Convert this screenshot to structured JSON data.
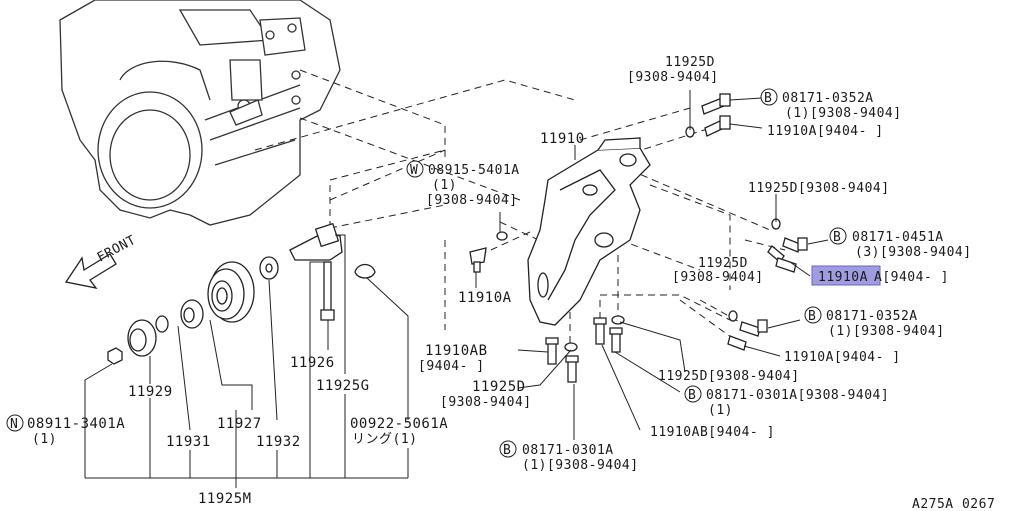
{
  "diagram_code": "A275A 0267",
  "front_label": "FRONT",
  "highlight_color": "#9f9ce0",
  "labels": {
    "p11925D_a": "11925D",
    "p11925D_a_range": "[9308-9404]",
    "b08171_0352A_a": "08171-0352A",
    "b08171_0352A_a_qty": "(1)[9308-9404]",
    "p11910A_a": "11910A[9404-     ]",
    "p11910": "11910",
    "w08915": "08915-5401A",
    "w08915_qty": "(1)",
    "w08915_range": "[9308-9404]",
    "p11925D_b": "11925D[9308-9404]",
    "b08171_0451A": "08171-0451A",
    "b08171_0451A_qty": "(3)[9308-9404]",
    "p11925D_c": "11925D",
    "p11925D_c_range": "[9308-9404]",
    "p11910A_hl": "11910A",
    "p11910A_hl_range": "A[9404-     ]",
    "b08171_0352A_b": "08171-0352A",
    "b08171_0352A_b_qty": "(1)[9308-9404]",
    "p11910A_b": "11910A[9404-     ]",
    "p11910A_c": "11910A",
    "p11910AB_a": "11910AB",
    "p11910AB_a_range": "[9404-     ]",
    "p11925D_d": "11925D",
    "p11925D_d_range": "[9308-9404]",
    "p11925D_e": "11925D[9308-9404]",
    "b08171_0301A_a": "08171-0301A[9308-9404]",
    "b08171_0301A_a_qty": "(1)",
    "p11910AB_b": "11910AB[9404-     ]",
    "b08171_0301A_b": "08171-0301A",
    "b08171_0301A_b_qty": "(1)[9308-9404]",
    "p11926": "11926",
    "p11925G": "11925G",
    "p00922": "00922-5061A",
    "p00922_ring": "リング(1)",
    "p11929": "11929",
    "p11927": "11927",
    "p11931": "11931",
    "p11932": "11932",
    "n08911": "08911-3401A",
    "n08911_qty": "(1)",
    "p11925M": "11925M"
  },
  "prefixes": {
    "B": "B",
    "W": "W",
    "N": "N"
  }
}
